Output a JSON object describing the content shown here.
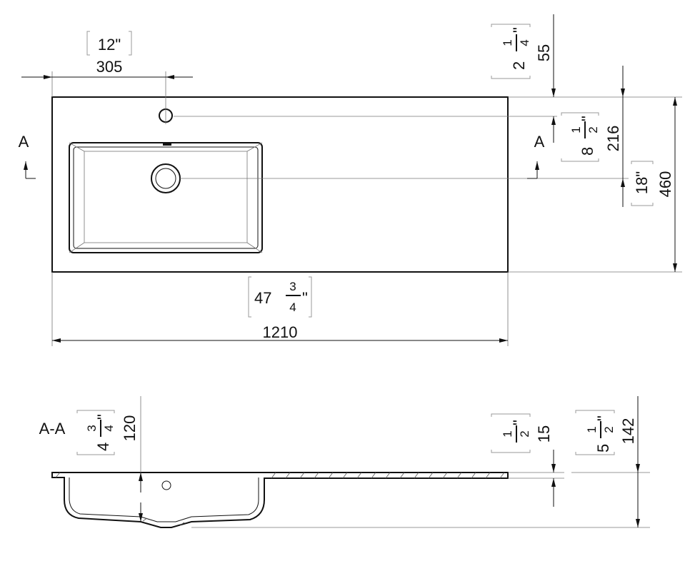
{
  "section_marks": {
    "left": "A",
    "right": "A",
    "section_title": "A-A"
  },
  "top_view": {
    "tap_offset": {
      "mm": "305",
      "inch": "12\""
    },
    "tap_from_back": {
      "mm": "55",
      "inch_whole": "2",
      "inch_num": "1",
      "inch_den": "4",
      "inch_mark": "\""
    },
    "drain_from_back": {
      "mm": "216",
      "inch_whole": "8",
      "inch_num": "1",
      "inch_den": "2",
      "inch_mark": "\""
    },
    "depth": {
      "mm": "460",
      "inch": "18\""
    },
    "width": {
      "mm": "1210",
      "inch_whole": "47",
      "inch_num": "3",
      "inch_den": "4",
      "inch_mark": "\""
    }
  },
  "section_view": {
    "bowl_depth": {
      "mm": "120",
      "inch_whole": "4",
      "inch_num": "3",
      "inch_den": "4",
      "inch_mark": "\""
    },
    "top_thickness": {
      "mm": "15",
      "inch_num": "1",
      "inch_den": "2",
      "inch_mark": "\""
    },
    "total_height": {
      "mm": "142",
      "inch_whole": "5",
      "inch_num": "1",
      "inch_den": "2",
      "inch_mark": "\""
    }
  }
}
